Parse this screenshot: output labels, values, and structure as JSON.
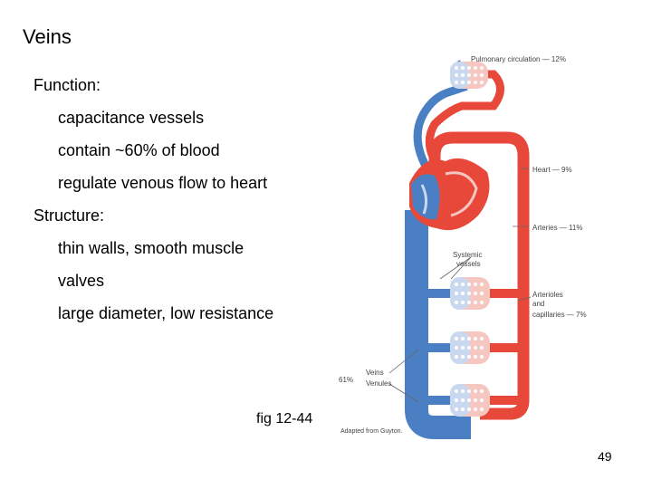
{
  "slide": {
    "title": "Veins",
    "function_heading": "Function:",
    "function_items": [
      "capacitance vessels",
      "contain ~60% of blood",
      "regulate venous flow to heart"
    ],
    "structure_heading": "Structure:",
    "structure_items": [
      "thin walls, smooth muscle",
      "valves",
      "large diameter, low resistance"
    ],
    "caption": "fig 12-44",
    "page_number": "49"
  },
  "figure": {
    "labels": {
      "pulmonary": "Pulmonary circulation — 12%",
      "heart": "Heart — 9%",
      "arteries": "Arteries — 11%",
      "systemic_1": "Systemic",
      "systemic_2": "vessels",
      "arterioles_1": "Arterioles",
      "arterioles_2": "and",
      "arterioles_3": "capillaries — 7%",
      "veins_pct": "61%",
      "veins": "Veins",
      "venules": "Venules",
      "credit": "Adapted from Guyton."
    },
    "colors": {
      "artery": "#e8483a",
      "vein": "#4a7fc4"
    }
  }
}
